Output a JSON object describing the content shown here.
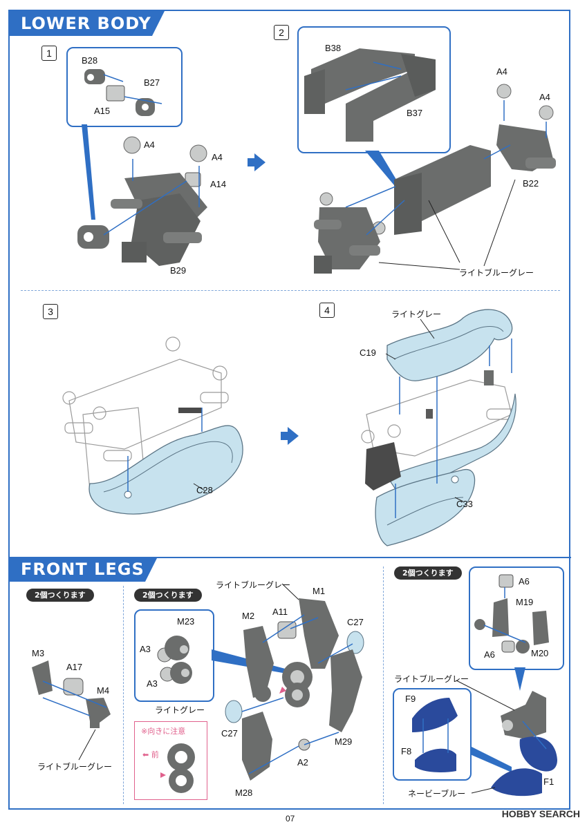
{
  "sections": {
    "lower_body_title": "LOWER BODY",
    "front_legs_title": "FRONT LEGS"
  },
  "steps": {
    "s1": "1",
    "s2": "2",
    "s3": "3",
    "s4": "4"
  },
  "step1": {
    "B28": "B28",
    "B27": "B27",
    "A15": "A15",
    "A4a": "A4",
    "A4b": "A4",
    "A14": "A14",
    "B29": "B29"
  },
  "step2": {
    "B38": "B38",
    "B37": "B37",
    "A4a": "A4",
    "A4b": "A4",
    "B22": "B22",
    "color_note": "ライトブルーグレー"
  },
  "step3": {
    "C28": "C28"
  },
  "step4": {
    "color_note": "ライトグレー",
    "C19": "C19",
    "C33": "C33"
  },
  "front_legs": {
    "make_two_1": "2個つくります",
    "make_two_2": "2個つくります",
    "make_two_3": "2個つくります",
    "left": {
      "M3": "M3",
      "A17": "A17",
      "M4": "M4",
      "color_note": "ライトブルーグレー"
    },
    "middle": {
      "M23": "M23",
      "A3a": "A3",
      "A3b": "A3",
      "color_top": "ライトブルーグレー",
      "M1": "M1",
      "M2": "M2",
      "A11": "A11",
      "C27a": "C27",
      "C27b": "C27",
      "color_light_gray": "ライトグレー",
      "M29": "M29",
      "A2": "A2",
      "M28": "M28",
      "caution": "※向きに注意",
      "front": "前"
    },
    "right": {
      "A6a": "A6",
      "M19": "M19",
      "A6b": "A6",
      "M20": "M20",
      "color_top": "ライトブルーグレー",
      "F9": "F9",
      "F8": "F8",
      "F1": "F1",
      "color_navy": "ネービーブルー"
    }
  },
  "footer": {
    "page": "07",
    "watermark": "HOBBY SEARCH"
  },
  "colors": {
    "accent": "#2f6fc4",
    "part_gray": "#6b6d6c",
    "light_blue": "#c7e2ee",
    "navy": "#2a4a9c",
    "caution": "#e0608c"
  }
}
